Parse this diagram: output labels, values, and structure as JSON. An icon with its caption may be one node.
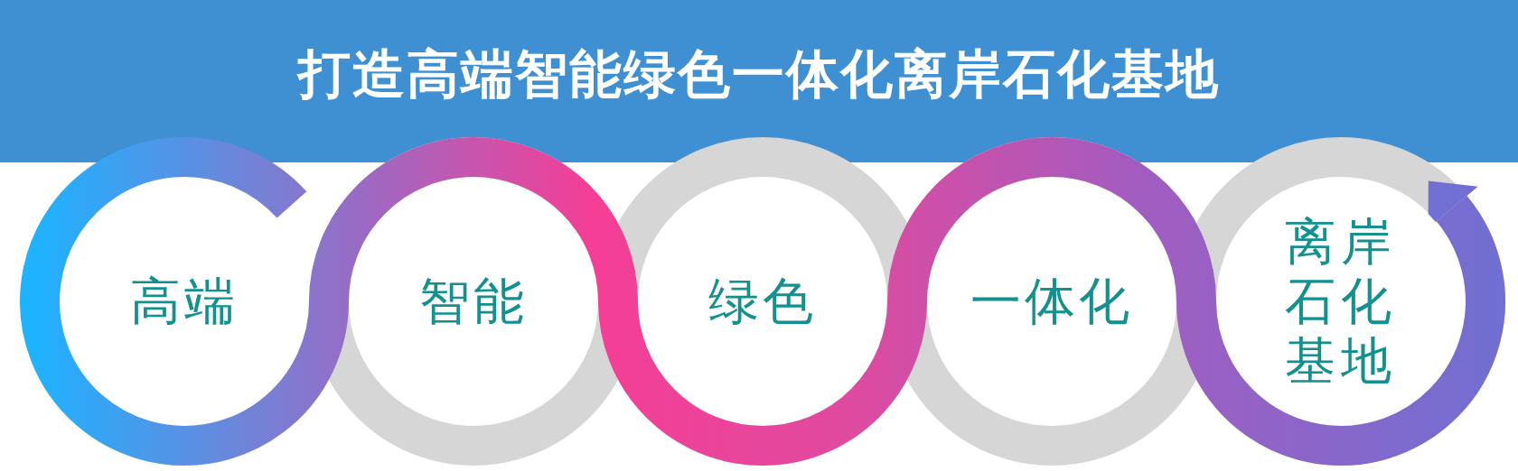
{
  "diagram": {
    "title": "打造高端智能绿色一体化离岸石化基地",
    "nodes": [
      {
        "text": [
          "高端"
        ]
      },
      {
        "text": [
          "智能"
        ]
      },
      {
        "text": [
          "绿色"
        ]
      },
      {
        "text": [
          "一体化"
        ]
      },
      {
        "text": [
          "离岸石化基地"
        ]
      }
    ]
  }
}
